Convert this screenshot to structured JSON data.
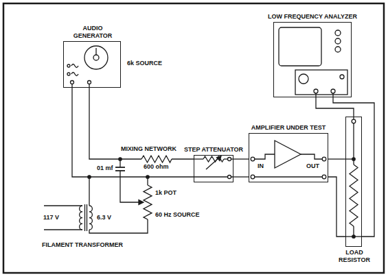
{
  "diagram": {
    "nodes": [
      {
        "text": [
          "AUDIO GENERATOR"
        ]
      },
      {
        "text": [
          "LOW FREQUENCY ANALYZER"
        ]
      },
      {
        "text": [
          "STEP ATTENUATOR"
        ]
      },
      {
        "text": [
          "AMPLIFIER UNDER TEST",
          "IN",
          "OUT"
        ]
      },
      {
        "text": [
          "LOAD RESISTOR"
        ]
      }
    ],
    "edges": [
      {
        "from": 0,
        "to": 2,
        "arrow": "none"
      },
      {
        "from": 0,
        "to": 2,
        "arrow": "none"
      },
      {
        "from": 2,
        "to": 3,
        "arrow": "none"
      },
      {
        "from": 2,
        "to": 3,
        "arrow": "none"
      },
      {
        "from": 3,
        "to": 4,
        "arrow": "none"
      },
      {
        "from": 3,
        "to": 4,
        "arrow": "none"
      },
      {
        "from": 1,
        "to": 4,
        "arrow": "none"
      },
      {
        "from": 1,
        "to": 4,
        "arrow": "none"
      }
    ],
    "labels": [
      "6k SOURCE",
      "MIXING NETWORK",
      "600 ohm",
      "01 mf",
      "1k POT",
      "60 Hz SOURCE",
      "117 V",
      "6.3 V",
      "FILAMENT TRANSFORMER"
    ]
  }
}
